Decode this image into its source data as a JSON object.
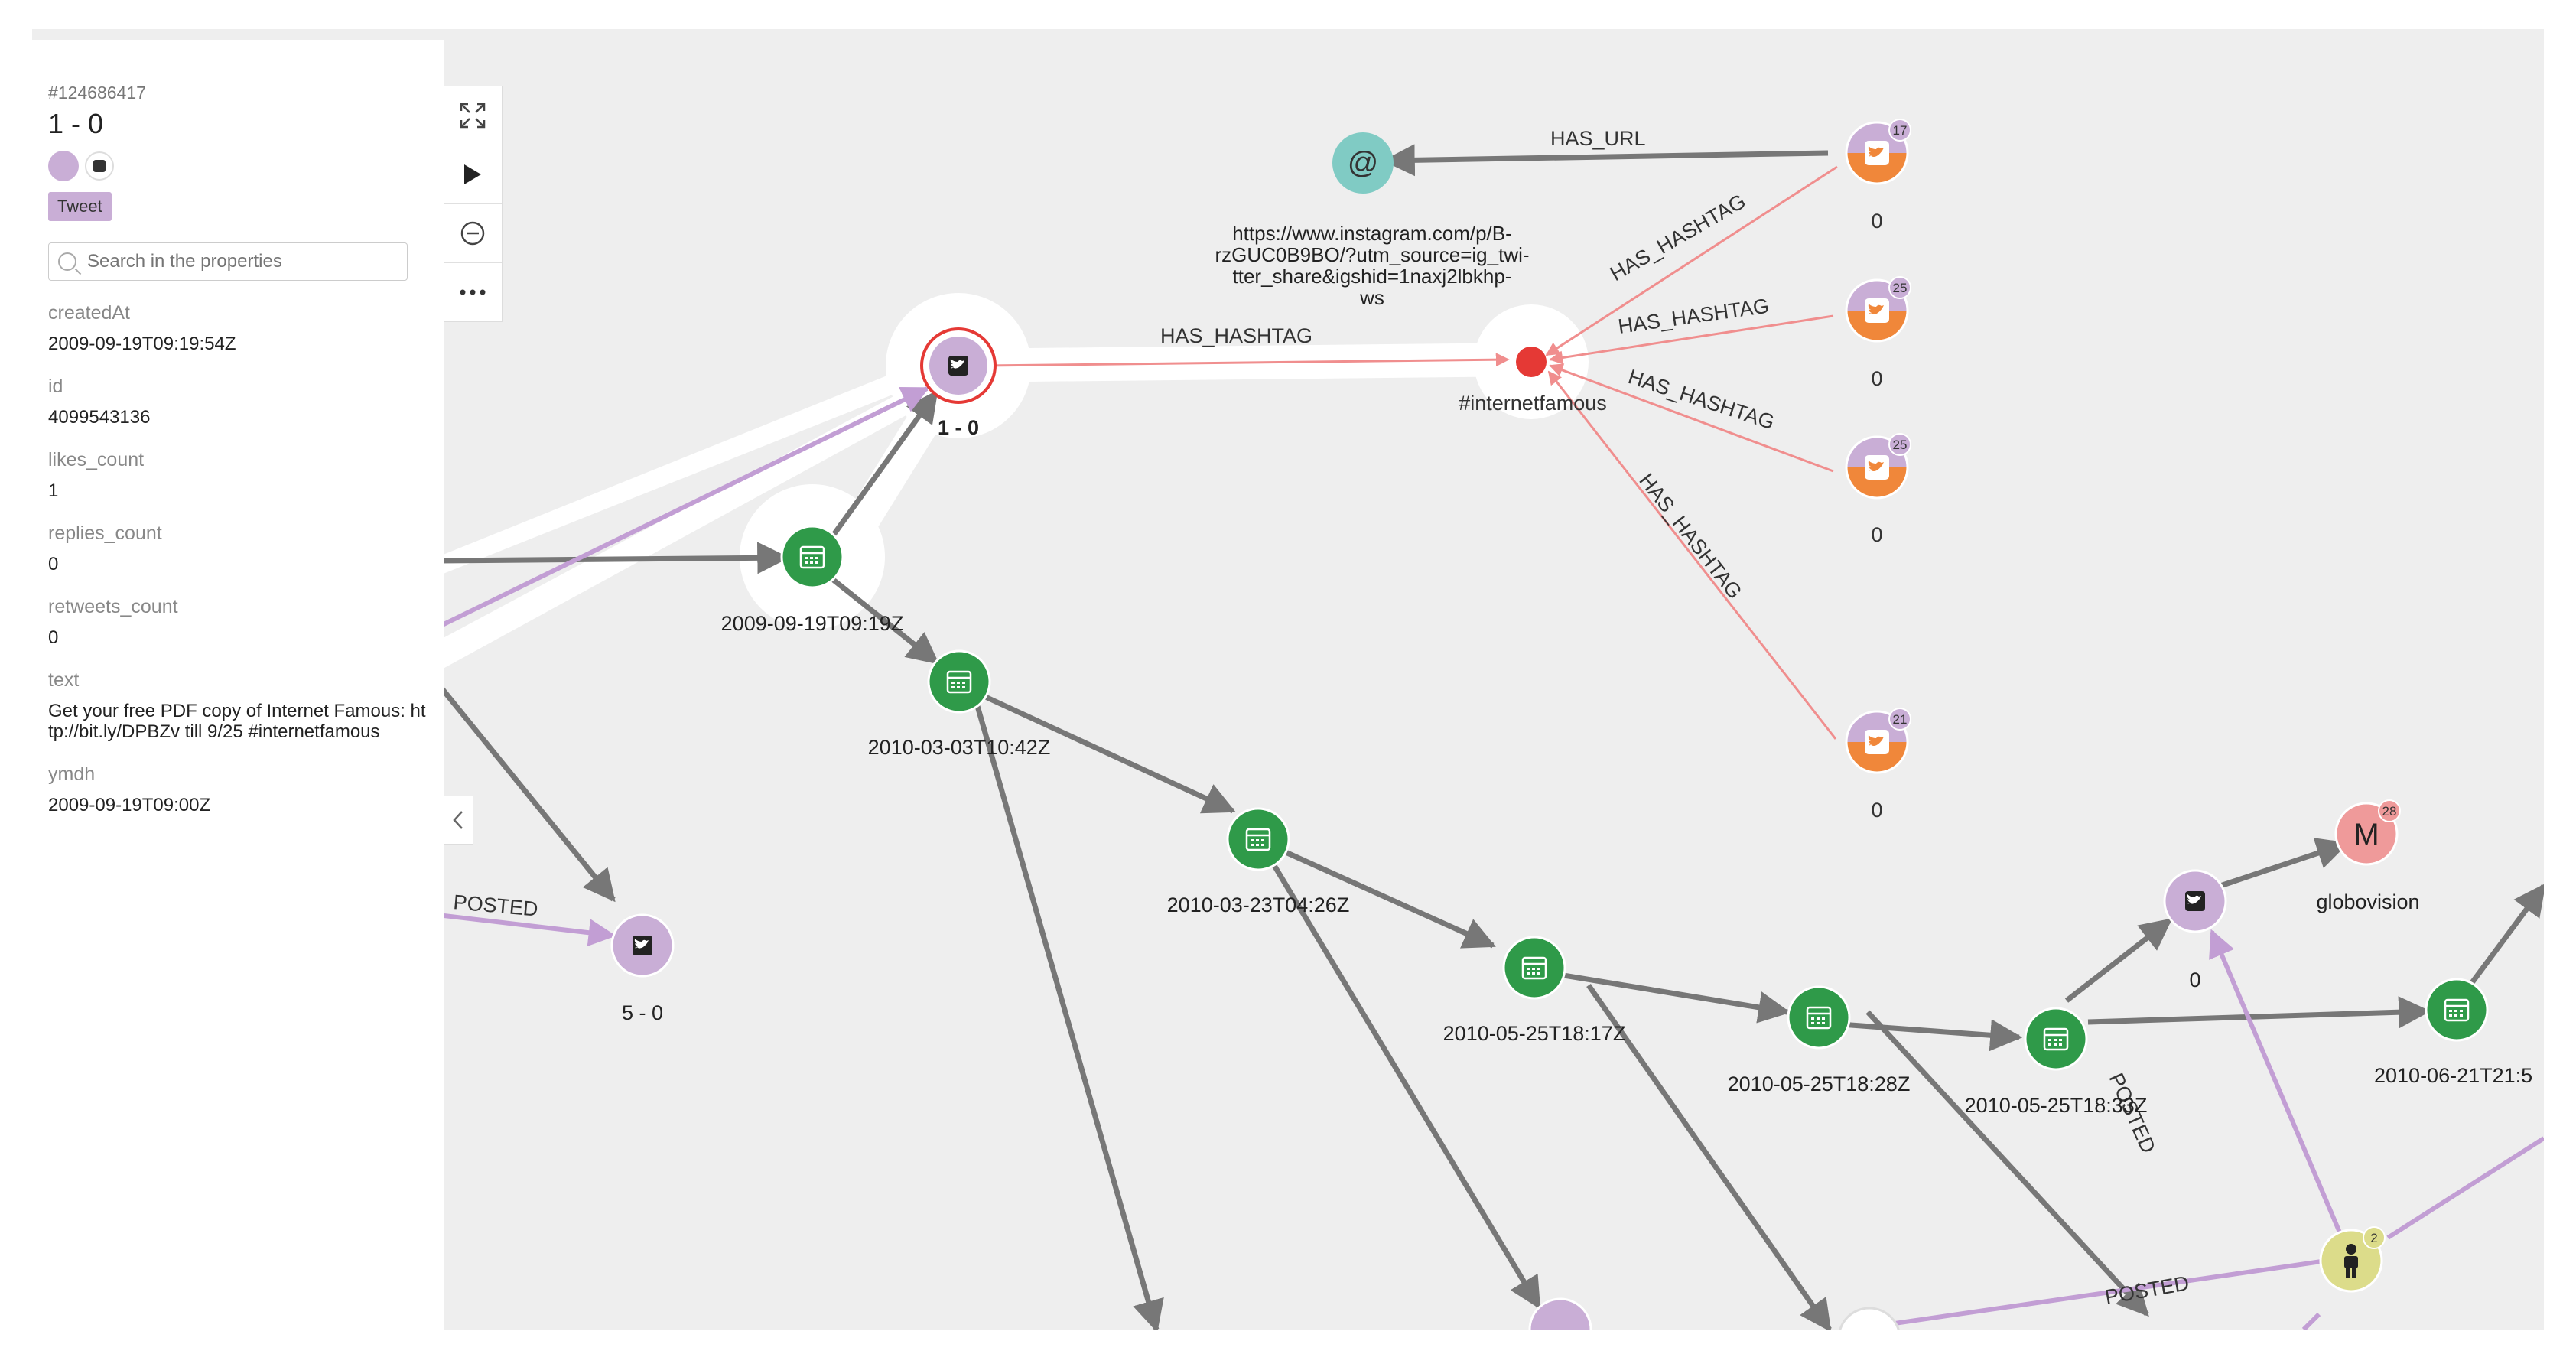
{
  "panel": {
    "node_id": "#124686417",
    "title": "1 - 0",
    "badge": "Tweet",
    "search_placeholder": "Search in the properties",
    "properties": [
      {
        "key": "createdAt",
        "value": "2009-09-19T09:19:54Z"
      },
      {
        "key": "id",
        "value": "4099543136"
      },
      {
        "key": "likes_count",
        "value": "1"
      },
      {
        "key": "replies_count",
        "value": "0"
      },
      {
        "key": "retweets_count",
        "value": "0"
      },
      {
        "key": "text",
        "value": "Get your free PDF copy of Internet Famous: http://bit.ly/DPBZv till 9/25 #internetfamous"
      },
      {
        "key": "ymdh",
        "value": "2009-09-19T09:00Z"
      }
    ]
  },
  "toolbar": {
    "fullscreen_icon": "expand-icon",
    "play_icon": "play-icon",
    "zoom_out_icon": "minus-circle-icon",
    "more_icon": "more-dots-icon"
  },
  "graph": {
    "colors": {
      "tweet": "#c9aed6",
      "date": "#2f9a49",
      "hashtag": "#e53935",
      "url": "#80cbc4",
      "orange": "#f0873a",
      "media": "#ef9a9a",
      "user": "#dcdc8a",
      "edge": "#777777",
      "edge_hashtag": "#f08e8e",
      "edge_posted": "#c29ed4"
    },
    "node_labels": {
      "selected_tweet": "1 - 0",
      "hashtag": "#internetfamous",
      "url": "https://www.instagram.com/p/B-rzGUC0B9BO/?utm_source=ig_twitter_share&igshid=1naxj2lbkhp-ws",
      "url_lines": [
        "https://www.instagram.com/p/B-",
        "rzGUC0B9BO/?utm_source=ig_twi-",
        "tter_share&igshid=1naxj2lbkhp-",
        "ws"
      ],
      "tw1": "0",
      "tw2": "0",
      "tw3": "0",
      "tw4": "0",
      "tweet_5_0": "5 - 0",
      "tweet_right": "0",
      "media": "globovision",
      "media_letter": "M",
      "d1": "2009-09-19T09:19Z",
      "d2": "2010-03-03T10:42Z",
      "d3": "2010-03-23T04:26Z",
      "d4": "2010-05-25T18:17Z",
      "d5": "2010-05-25T18:28Z",
      "d6": "2010-05-25T18:33Z",
      "d7": "2010-06-21T21:5"
    },
    "counts": {
      "tw1": "17",
      "tw2": "25",
      "tw3": "25",
      "tw4": "21",
      "media": "28",
      "user": "2"
    },
    "edge_labels": {
      "has_url": "HAS_URL",
      "has_hashtag": "HAS_HASHTAG",
      "posted": "POSTED"
    }
  }
}
